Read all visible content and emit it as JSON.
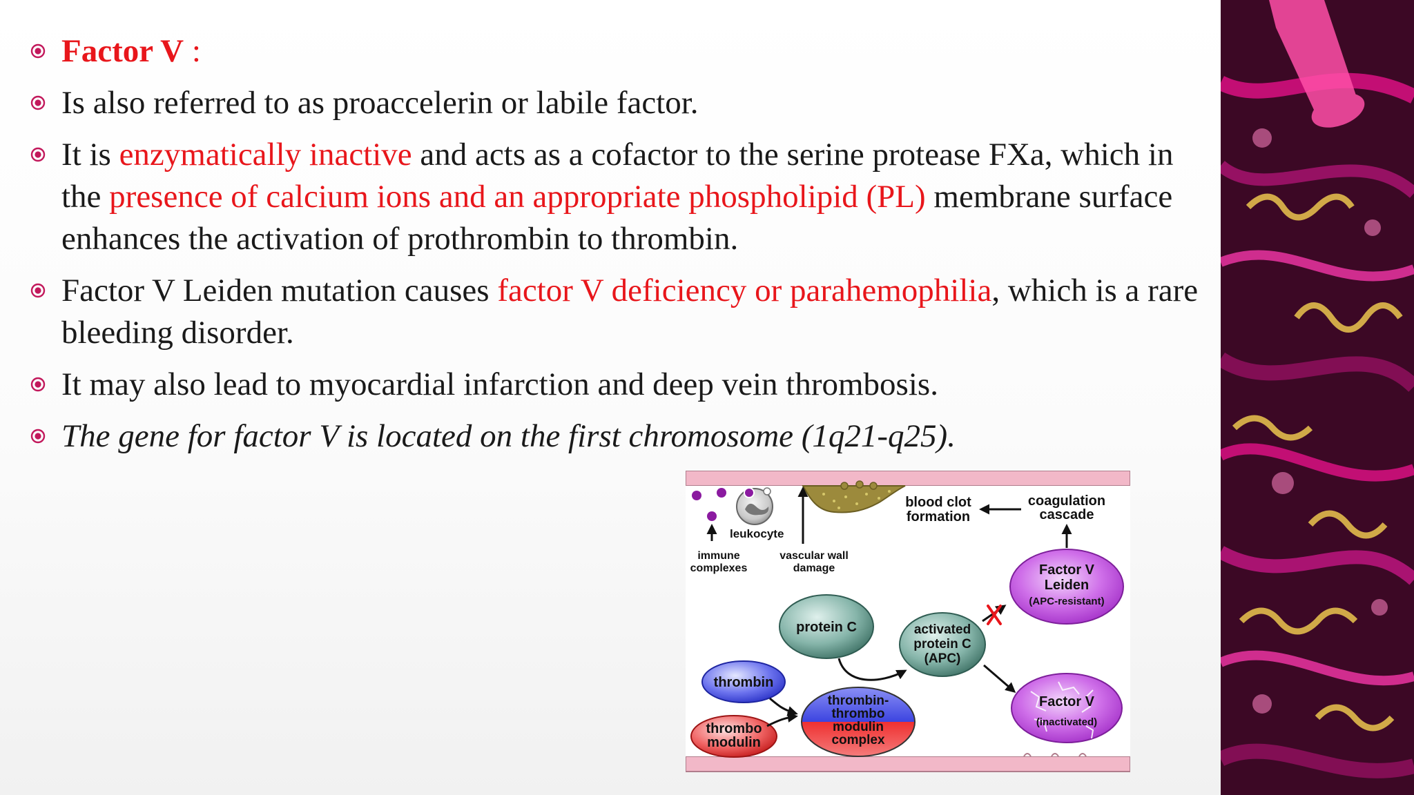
{
  "slide": {
    "bullets": [
      {
        "segments": [
          {
            "text": "Factor V",
            "style": "red bold"
          },
          {
            "text": " :",
            "style": "red"
          }
        ]
      },
      {
        "segments": [
          {
            "text": "Is also referred to as proaccelerin or labile factor.",
            "style": ""
          }
        ]
      },
      {
        "segments": [
          {
            "text": "It is ",
            "style": ""
          },
          {
            "text": "enzymatically inactive",
            "style": "red"
          },
          {
            "text": " and acts as a cofactor to the serine protease FXa, which in the ",
            "style": ""
          },
          {
            "text": "presence of calcium ions and an appropriate phospholipid (PL)",
            "style": "red"
          },
          {
            "text": " membrane surface enhances the activation of prothrombin to thrombin.",
            "style": ""
          }
        ]
      },
      {
        "segments": [
          {
            "text": " Factor V Leiden mutation causes ",
            "style": ""
          },
          {
            "text": "factor V deficiency or parahemophilia",
            "style": "red"
          },
          {
            "text": ", which is a rare bleeding disorder.",
            "style": ""
          }
        ]
      },
      {
        "segments": [
          {
            "text": "It may also lead to myocardial infarction and deep vein thrombosis.",
            "style": ""
          }
        ]
      },
      {
        "segments": [
          {
            "text": "The gene for factor V is located on the first chromosome (1q21-q25).",
            "style": "ital"
          }
        ]
      }
    ]
  },
  "diagram": {
    "leukocyte": "leukocyte",
    "immune1": "immune",
    "immune2": "complexes",
    "vascular1": "vascular wall",
    "vascular2": "damage",
    "clot1": "blood clot",
    "clot2": "formation",
    "casc1": "coagulation",
    "casc2": "cascade",
    "fvl1": "Factor V",
    "fvl2": "Leiden",
    "fvl3": "(APC-resistant)",
    "proteinC": "protein C",
    "apc1": "activated",
    "apc2": "protein C",
    "apc3": "(APC)",
    "thrombin": "thrombin",
    "tm1": "thrombo",
    "tm2": "modulin",
    "cx1": "thrombin-",
    "cx2": "thrombo",
    "cx3": "modulin",
    "cx4": "complex",
    "fvi1": "Factor V",
    "fvi2": "(inactivated)"
  },
  "colors": {
    "accent_red": "#e8161b",
    "bullet_marker": "#c2185b",
    "membrane_pink": "#f2b8c8"
  }
}
